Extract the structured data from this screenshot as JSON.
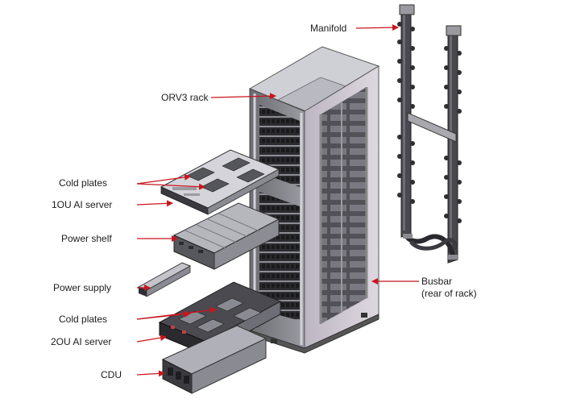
{
  "labels": {
    "manifold": "Manifold",
    "orv3_rack": "ORV3 rack",
    "cold_plates_top": "Cold plates",
    "server_1ou": "1OU AI server",
    "power_shelf": "Power shelf",
    "power_supply": "Power supply",
    "cold_plates_bottom": "Cold plates",
    "server_2ou": "2OU AI server",
    "cdu": "CDU",
    "busbar_line1": "Busbar",
    "busbar_line2": "(rear of rack)"
  },
  "colors": {
    "arrow": "#c8161d",
    "text": "#1c1c1c",
    "metal_light": "#d9d9de",
    "metal_mid": "#a9a9b0",
    "metal_dark": "#3a3a3e",
    "rack_panel": "#c9c3cc"
  }
}
